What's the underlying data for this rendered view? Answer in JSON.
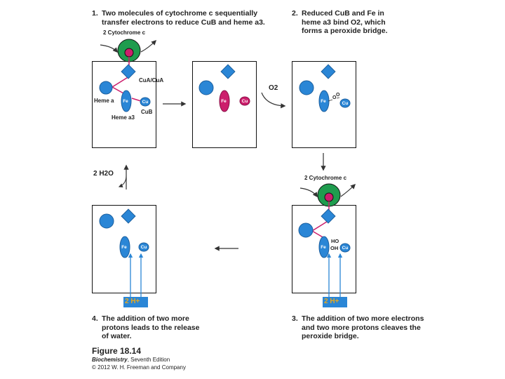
{
  "steps": [
    {
      "number": "1.",
      "text": "Two molecules of cytochrome c sequentially transfer electrons to reduce CuB and heme a3."
    },
    {
      "number": "2.",
      "text": "Reduced CuB and Fe in heme a3 bind O2, which forms a peroxide bridge."
    },
    {
      "number": "3.",
      "text": "The addition of two more electrons and two more protons cleaves the peroxide bridge."
    },
    {
      "number": "4.",
      "text": "The addition of two more protons leads to the release of water."
    }
  ],
  "labels": {
    "cyt_c_top": "2 Cytochrome c",
    "cyt_c_bottom": "2 Cytochrome c",
    "cua": "CuA/CuA",
    "heme_a": "Heme a",
    "heme_a3": "Heme a3",
    "cub": "CuB",
    "o2": "O2",
    "water": "2 H2O",
    "protons_left": "2 H+",
    "protons_right": "2 H+",
    "fe": "Fe",
    "cu": "Cu",
    "peroxide_o": "O",
    "ho": "HO",
    "oh": "OH"
  },
  "figure": {
    "title": "Figure 18.14",
    "book": "Biochemistry",
    "edition": ", Seventh Edition",
    "copyright": "© 2012 W. H. Freeman and Company"
  },
  "colors": {
    "blue": "#2a86d6",
    "dark_blue": "#1c5f9e",
    "magenta": "#cc1e6c",
    "green": "#1f9c4e",
    "h_blue": "#2a86d6",
    "h_text": "#e8a91e"
  }
}
